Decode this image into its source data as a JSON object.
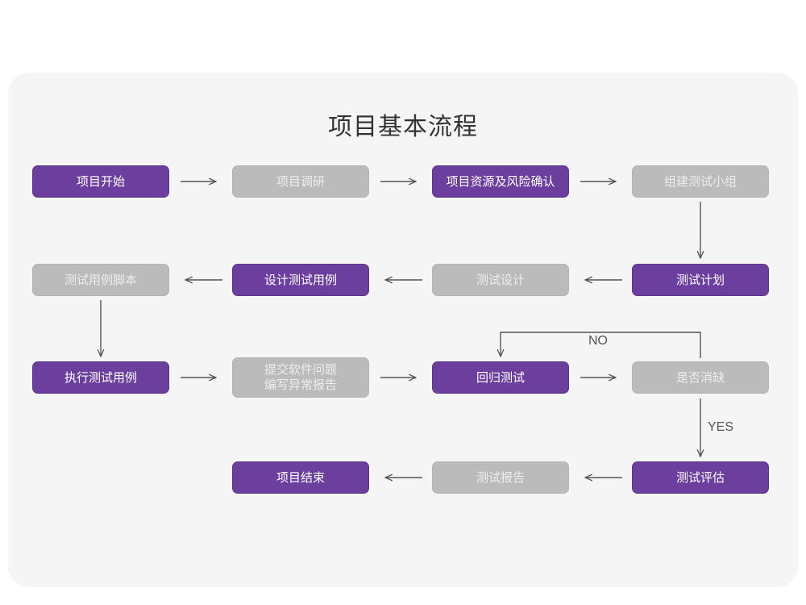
{
  "page": {
    "title": "项目基本流程",
    "background": "#ffffff",
    "card_background": "#f5f5f5"
  },
  "colors": {
    "purple": "#6c3f9e",
    "purple_border": "#5d3589",
    "gray": "#bbbbbb",
    "gray_text": "#ededed",
    "arrow": "#555555",
    "title_text": "#333333"
  },
  "flowchart": {
    "type": "flowchart",
    "rows": [
      {
        "name": "row-1",
        "nodes": [
          {
            "id": "n1",
            "label": "项目开始",
            "style": "purple"
          },
          {
            "id": "n2",
            "label": "项目调研",
            "style": "gray"
          },
          {
            "id": "n3",
            "label": "项目资源及风险确认",
            "style": "purple"
          },
          {
            "id": "n4",
            "label": "组建测试小组",
            "style": "gray"
          }
        ]
      },
      {
        "name": "row-2",
        "nodes": [
          {
            "id": "n8",
            "label": "测试用例脚本",
            "style": "gray"
          },
          {
            "id": "n7",
            "label": "设计测试用例",
            "style": "purple"
          },
          {
            "id": "n6",
            "label": "测试设计",
            "style": "gray"
          },
          {
            "id": "n5",
            "label": "测试计划",
            "style": "purple"
          }
        ]
      },
      {
        "name": "row-3",
        "nodes": [
          {
            "id": "n9",
            "label": "执行测试用例",
            "style": "purple"
          },
          {
            "id": "n10",
            "label": "提交软件问题\n编写异常报告",
            "style": "gray"
          },
          {
            "id": "n11",
            "label": "回归测试",
            "style": "purple"
          },
          {
            "id": "n12",
            "label": "是否消缺",
            "style": "gray"
          }
        ]
      },
      {
        "name": "row-4",
        "nodes": [
          {
            "id": "n15",
            "label": "项目结束",
            "style": "purple"
          },
          {
            "id": "n14",
            "label": "测试报告",
            "style": "gray"
          },
          {
            "id": "n13",
            "label": "测试评估",
            "style": "purple"
          }
        ]
      }
    ],
    "edge_labels": {
      "no": "NO",
      "yes": "YES"
    },
    "connections": [
      {
        "from": "n1",
        "to": "n2",
        "direction": "right"
      },
      {
        "from": "n2",
        "to": "n3",
        "direction": "right"
      },
      {
        "from": "n3",
        "to": "n4",
        "direction": "right"
      },
      {
        "from": "n4",
        "to": "n5",
        "direction": "down"
      },
      {
        "from": "n5",
        "to": "n6",
        "direction": "left"
      },
      {
        "from": "n6",
        "to": "n7",
        "direction": "left"
      },
      {
        "from": "n7",
        "to": "n8",
        "direction": "left"
      },
      {
        "from": "n8",
        "to": "n9",
        "direction": "down"
      },
      {
        "from": "n9",
        "to": "n10",
        "direction": "right"
      },
      {
        "from": "n10",
        "to": "n11",
        "direction": "right"
      },
      {
        "from": "n11",
        "to": "n12",
        "direction": "right"
      },
      {
        "from": "n12",
        "to": "n11",
        "direction": "loop-up-left",
        "label": "NO"
      },
      {
        "from": "n12",
        "to": "n13",
        "direction": "down",
        "label": "YES"
      },
      {
        "from": "n13",
        "to": "n14",
        "direction": "left"
      },
      {
        "from": "n14",
        "to": "n15",
        "direction": "left"
      }
    ]
  }
}
